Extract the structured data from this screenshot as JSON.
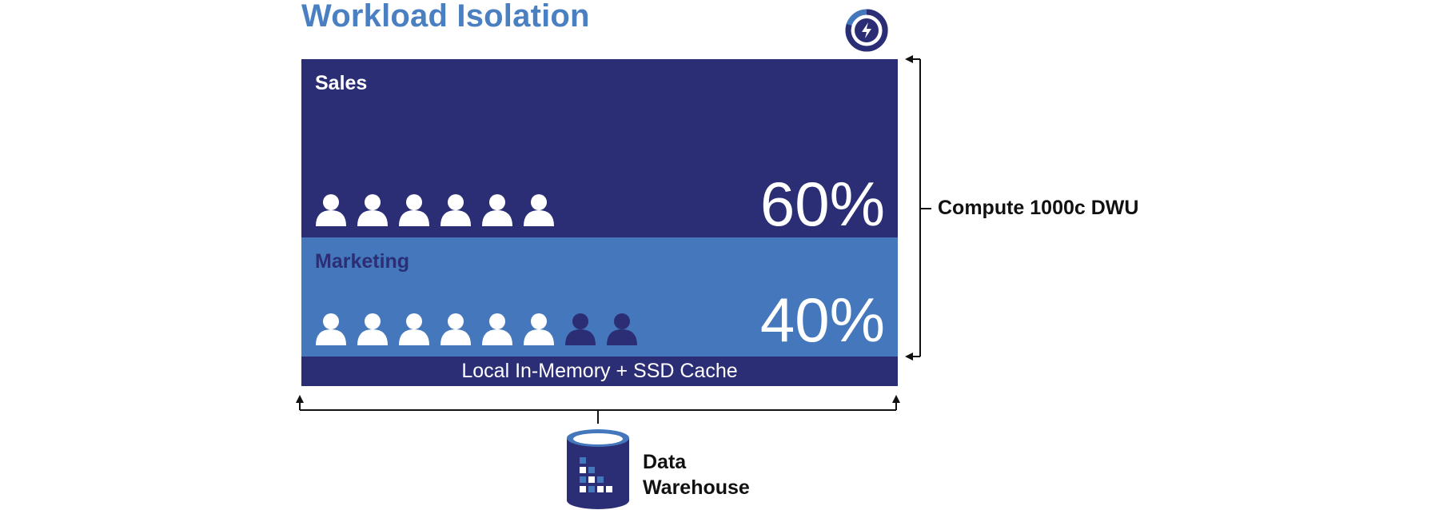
{
  "title": "Workload Isolation",
  "badge": {
    "icon": "lightning-bolt-icon",
    "color": "#2c2e75",
    "accent": "#4477bb"
  },
  "pools": [
    {
      "name": "Sales",
      "percent": "60%",
      "users_active": 6,
      "users_inactive": 0,
      "color": "#2c2e75"
    },
    {
      "name": "Marketing",
      "percent": "40%",
      "users_active": 6,
      "users_inactive": 2,
      "color": "#4477bb"
    }
  ],
  "cache_label": "Local In-Memory + SSD Cache",
  "compute_label": "Compute 1000c DWU",
  "data_warehouse": {
    "line1": "Data",
    "line2": "Warehouse",
    "icon": "database-icon"
  }
}
